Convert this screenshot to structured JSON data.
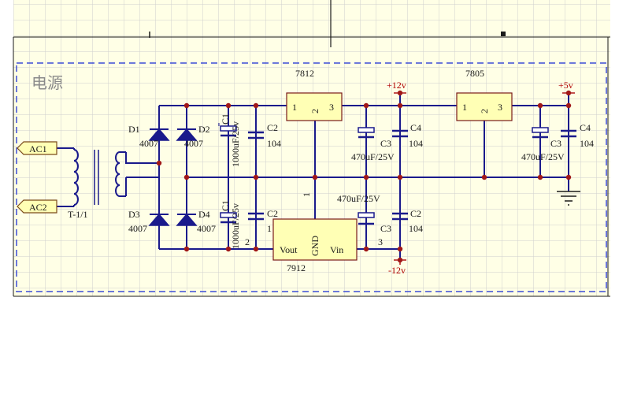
{
  "sheet": {
    "title": "电源",
    "colors": {
      "grid": "#cfcfcf",
      "grid_bg": "#ffffe6",
      "border": "#3b4bd6",
      "wire": "#1a1a8c",
      "junction": "#a01818",
      "chip_fill": "#ffffb5"
    }
  },
  "ports": {
    "ac1": "AC1",
    "ac2": "AC2"
  },
  "transformer": {
    "label": "T-1/1"
  },
  "diodes": {
    "d1": {
      "ref": "D1",
      "part": "4007"
    },
    "d2": {
      "ref": "D2",
      "part": "4007"
    },
    "d3": {
      "ref": "D3",
      "part": "4007"
    },
    "d4": {
      "ref": "D4",
      "part": "4007"
    }
  },
  "caps": {
    "c1_top": {
      "ref": "C1",
      "value": "1000uF/25v"
    },
    "c2_top": {
      "ref": "C2",
      "value": "104"
    },
    "c1_bot": {
      "ref": "C1",
      "value": "1000uF/25v"
    },
    "c2_bot": {
      "ref": "C2",
      "value": "1"
    },
    "c3_12": {
      "ref": "C3",
      "value": "470uF/25V"
    },
    "c4_12": {
      "ref": "C4",
      "value": "104"
    },
    "c3_5": {
      "ref": "C3",
      "value": "470uF/25V"
    },
    "c4_5": {
      "ref": "C4",
      "value": "104"
    },
    "c3_neg": {
      "ref": "C3",
      "value": "470uF/25V"
    },
    "c2_neg": {
      "ref": "C2",
      "value": "104"
    }
  },
  "regulators": {
    "r7812": {
      "name": "7812",
      "pin1": "1",
      "pin2": "2",
      "pin3": "3"
    },
    "r7805": {
      "name": "7805",
      "pin1": "1",
      "pin2": "2",
      "pin3": "3"
    },
    "r7912": {
      "name": "7912",
      "vout": "Vout",
      "gnd": "GND",
      "vin": "Vin",
      "pin1": "1",
      "pin2": "2",
      "pin3": "3"
    }
  },
  "rails": {
    "pos12": "+12v",
    "pos5": "+5v",
    "neg12": "-12v"
  }
}
